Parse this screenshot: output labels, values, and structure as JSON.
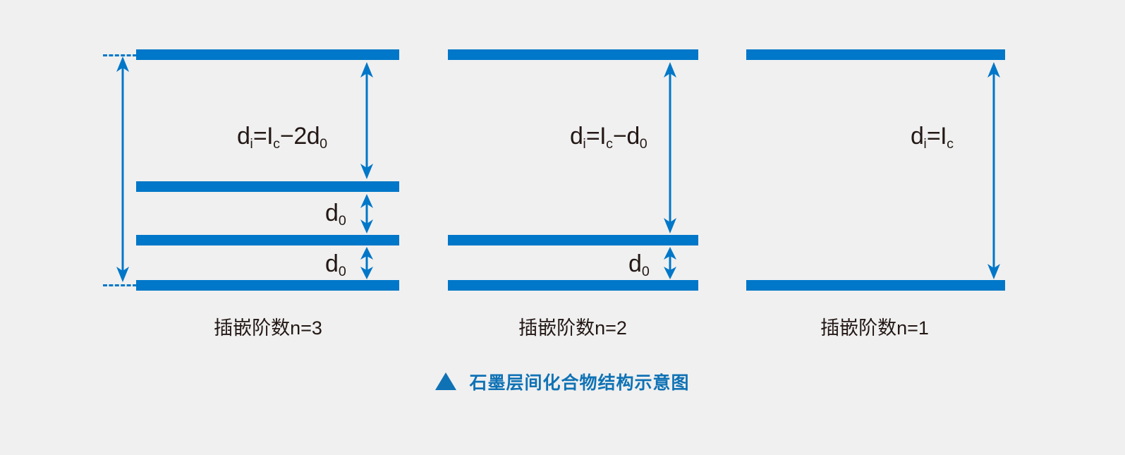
{
  "figure": {
    "background_color": "#f0f0f0",
    "layer_color": "#0077c8",
    "arrow_color": "#0077c8",
    "text_color": "#231815",
    "caption_color": "#0f72b5",
    "caption_marker_icon": "up-triangle-icon",
    "caption_text": "石墨层间化合物结构示意图"
  },
  "panels": [
    {
      "id": "n3",
      "caption": "插嵌阶数n=3",
      "layer_count": 4,
      "formula": {
        "lead": "d",
        "lead_sub": "i",
        "eq": "=I",
        "eq_sub": "c",
        "tail": "−2d",
        "tail_sub": "0"
      },
      "formula_plain": "dᵢ=Iᴄ−2d₀",
      "gap_labels": [
        {
          "text": "d",
          "sub": "0"
        },
        {
          "text": "d",
          "sub": "0"
        }
      ],
      "outer_measure": "I_c (total, dashed guide lines)",
      "has_dashed_guides": true
    },
    {
      "id": "n2",
      "caption": "插嵌阶数n=2",
      "layer_count": 3,
      "formula": {
        "lead": "d",
        "lead_sub": "i",
        "eq": "=I",
        "eq_sub": "c",
        "tail": "−d",
        "tail_sub": "0"
      },
      "formula_plain": "dᵢ=Iᴄ−d₀",
      "gap_labels": [
        {
          "text": "d",
          "sub": "0"
        }
      ],
      "has_dashed_guides": false
    },
    {
      "id": "n1",
      "caption": "插嵌阶数n=1",
      "layer_count": 2,
      "formula": {
        "lead": "d",
        "lead_sub": "i",
        "eq": "=I",
        "eq_sub": "c",
        "tail": "",
        "tail_sub": ""
      },
      "formula_plain": "dᵢ=Iᴄ",
      "gap_labels": [],
      "has_dashed_guides": false
    }
  ]
}
